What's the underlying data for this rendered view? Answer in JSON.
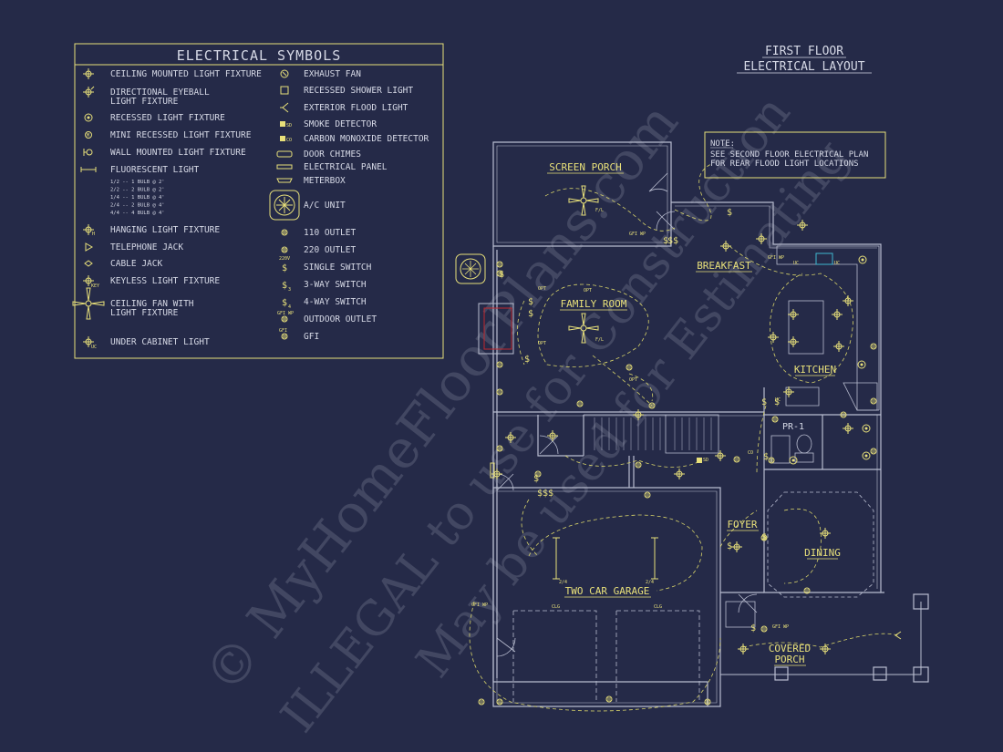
{
  "legend": {
    "title": "ELECTRICAL SYMBOLS",
    "left_items": [
      {
        "label": "CEILING MOUNTED LIGHT FIXTURE",
        "icon": "ceiling-light-icon"
      },
      {
        "label": "DIRECTIONAL EYEBALL",
        "label2": "LIGHT FIXTURE",
        "icon": "eyeball-light-icon"
      },
      {
        "label": "RECESSED LIGHT FIXTURE",
        "icon": "recessed-light-icon"
      },
      {
        "label": "MINI RECESSED LIGHT FIXTURE",
        "icon": "mini-recessed-light-icon"
      },
      {
        "label": "WALL MOUNTED LIGHT FIXTURE",
        "icon": "wall-light-icon"
      },
      {
        "label": "FLUORESCENT LIGHT",
        "icon": "fluorescent-light-icon"
      },
      {
        "label": "HANGING LIGHT FIXTURE",
        "icon": "hanging-light-icon"
      },
      {
        "label": "TELEPHONE JACK",
        "icon": "telephone-jack-icon"
      },
      {
        "label": "CABLE JACK",
        "icon": "cable-jack-icon"
      },
      {
        "label": "KEYLESS LIGHT FIXTURE",
        "icon": "keyless-light-icon"
      },
      {
        "label": "CEILING FAN WITH",
        "label2": "LIGHT FIXTURE",
        "icon": "ceiling-fan-icon"
      },
      {
        "label": "UNDER CABINET LIGHT",
        "icon": "under-cabinet-light-icon"
      }
    ],
    "fluorescent_notes": [
      "1/2 -- 1 BULB @ 2'",
      "2/2 -- 2 BULB @ 2'",
      "1/4 -- 1 BULB @ 4'",
      "2/4 -- 2 BULB @ 4'",
      "4/4 -- 4 BULB @ 4'"
    ],
    "right_items": [
      {
        "label": "EXHAUST FAN",
        "icon": "exhaust-fan-icon"
      },
      {
        "label": "RECESSED SHOWER LIGHT",
        "icon": "shower-light-icon"
      },
      {
        "label": "EXTERIOR FLOOD LIGHT",
        "icon": "flood-light-icon"
      },
      {
        "label": "SMOKE DETECTOR",
        "icon": "smoke-detector-icon"
      },
      {
        "label": "CARBON MONOXIDE DETECTOR",
        "icon": "co-detector-icon"
      },
      {
        "label": "DOOR CHIMES",
        "icon": "door-chimes-icon"
      },
      {
        "label": "ELECTRICAL PANEL",
        "icon": "electrical-panel-icon"
      },
      {
        "label": "METERBOX",
        "icon": "meterbox-icon"
      },
      {
        "label": "A/C UNIT",
        "icon": "ac-unit-icon"
      },
      {
        "label": "110 OUTLET",
        "icon": "outlet-110-icon"
      },
      {
        "label": "220 OUTLET",
        "icon": "outlet-220-icon"
      },
      {
        "label": "SINGLE SWITCH",
        "icon": "single-switch-icon"
      },
      {
        "label": "3-WAY SWITCH",
        "icon": "three-way-switch-icon"
      },
      {
        "label": "4-WAY SWITCH",
        "icon": "four-way-switch-icon"
      },
      {
        "label": "OUTDOOR OUTLET",
        "icon": "outdoor-outlet-icon"
      },
      {
        "label": "GFI",
        "icon": "gfi-icon"
      }
    ]
  },
  "title": {
    "line1": "FIRST FLOOR",
    "line2": "ELECTRICAL LAYOUT"
  },
  "note": {
    "line1": "NOTE:",
    "line2": "SEE SECOND FLOOR ELECTRICAL PLAN",
    "line3": "FOR REAR FLOOD LIGHT LOCATIONS"
  },
  "rooms": {
    "screen_porch": "SCREEN PORCH",
    "breakfast": "BREAKFAST",
    "family_room": "FAMILY ROOM",
    "kitchen": "KITCHEN",
    "pr1": "PR-1",
    "foyer": "FOYER",
    "dining": "DINING",
    "garage": "TWO CAR GARAGE",
    "covered_porch_1": "COVERED",
    "covered_porch_2": "PORCH"
  },
  "symbol_texts": {
    "fan_label": "F/L",
    "gfi_wp": "GFI WP",
    "opt": "OPT",
    "sd": "SD",
    "clg": "CLG",
    "fluor": "2/4",
    "uc": "UC",
    "volt220": "220V",
    "co": "CO"
  },
  "watermark": {
    "line1": "© MyHomeFloorPlans.com",
    "line2": "ILLEGAL to use for Construction",
    "line3": "May be used for Estimating"
  },
  "colors": {
    "background": "#252a48",
    "walls": "#b9bdd0",
    "symbols": "#e8e07a",
    "wiring": "#d8d46a",
    "fireplace": "#c0282e"
  }
}
